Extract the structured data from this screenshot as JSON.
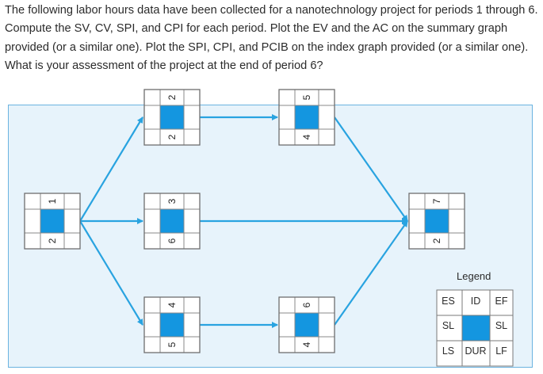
{
  "question": "The following labor hours data have been collected for a nanotechnology project for periods 1 through 6. Compute the SV, CV, SPI, and CPI for each period. Plot the EV and the AC on the summary graph provided (or a similar one). Plot the SPI, CPI, and PCIB on the index graph provided (or a similar one). What is your assessment of the project at the end of period 6?",
  "colors": {
    "panel_fill": "#e7f3fb",
    "panel_border": "#6bb3e0",
    "arrow": "#29a3e0",
    "id_cell": "#1496e0",
    "grid": "#888888"
  },
  "nodes": [
    {
      "id": "1",
      "dur": "2"
    },
    {
      "id": "2",
      "dur": "2"
    },
    {
      "id": "3",
      "dur": "6"
    },
    {
      "id": "4",
      "dur": "5"
    },
    {
      "id": "5",
      "dur": "4"
    },
    {
      "id": "6",
      "dur": "4"
    },
    {
      "id": "7",
      "dur": "2"
    }
  ],
  "legend": {
    "title": "Legend",
    "es": "ES",
    "id": "ID",
    "ef": "EF",
    "sl_left": "SL",
    "sl_right": "SL",
    "ls": "LS",
    "dur": "DUR",
    "lf": "LF"
  }
}
